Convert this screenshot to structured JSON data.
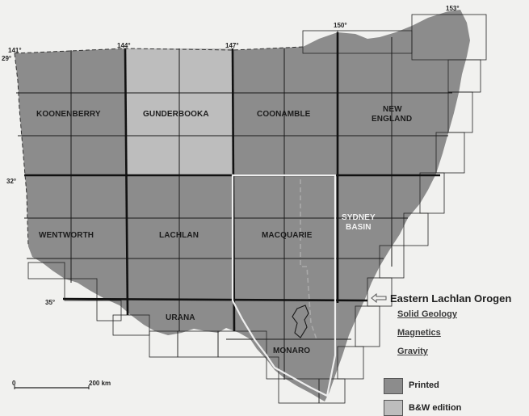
{
  "colors": {
    "printed": "#8c8c8c",
    "bw_edition": "#bdbdbd",
    "grid_line": "#1a1a1a",
    "highlight_outline": "#eeeeee",
    "background": "#f1f1ef"
  },
  "map": {
    "sheets": {
      "koonenberry": "KOONENBERRY",
      "gunderbooka": "GUNDERBOOKA",
      "coonamble": "COONAMBLE",
      "new_england_1": "NEW",
      "new_england_2": "ENGLAND",
      "wentworth": "WENTWORTH",
      "lachlan": "LACHLAN",
      "macquarie": "MACQUARIE",
      "sydney_basin_1": "SYDNEY",
      "sydney_basin_2": "BASIN",
      "urana": "URANA",
      "monaro": "MONARO"
    },
    "coords": {
      "lon141": "141°",
      "lon144": "144°",
      "lon147": "147°",
      "lon150": "150°",
      "lon153": "153°",
      "lat29": "29°",
      "lat32": "32°",
      "lat35": "35°"
    },
    "scale": {
      "zero": "0",
      "distance": "200 km"
    }
  },
  "legend": {
    "title": "Eastern Lachlan Orogen",
    "links": [
      "Solid Geology",
      "Magnetics",
      "Gravity"
    ],
    "printed_label": "Printed",
    "bw_label": "B&W edition"
  }
}
